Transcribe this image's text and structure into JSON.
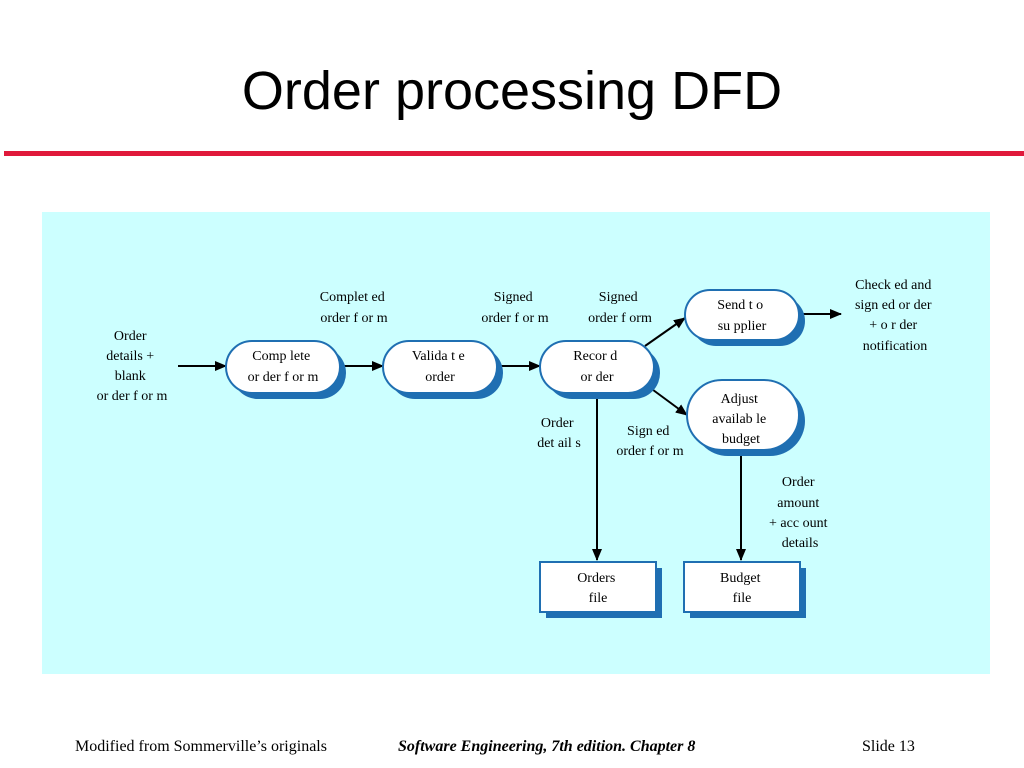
{
  "title": "Order processing DFD",
  "processes": {
    "complete": [
      "Comp lete",
      "or der f or m"
    ],
    "validate": [
      "Valida t e",
      "order"
    ],
    "record": [
      "Recor d",
      "or der"
    ],
    "send": [
      "Send t o",
      "su pplier"
    ],
    "adjust": [
      "Adjust",
      "availab le",
      "budget"
    ]
  },
  "stores": {
    "orders": [
      "Orders",
      "file"
    ],
    "budget": [
      "Budget",
      "file"
    ]
  },
  "labels": {
    "input": [
      "Order",
      "details +",
      "blank",
      "or der f or m"
    ],
    "completed": [
      "Complet ed",
      "order f or m"
    ],
    "signed1": [
      "Signed",
      "order f or m"
    ],
    "signed2": [
      "Signed",
      "order f orm"
    ],
    "checked": [
      "Check ed and",
      "sign ed or  der",
      "+ o r der",
      "notification"
    ],
    "order_details": [
      "Order",
      "det ail s"
    ],
    "signed3": [
      "Sign ed",
      "order f or m"
    ],
    "order_amount": [
      "Order",
      "amount",
      "+ acc ount",
      "details"
    ]
  },
  "footer": {
    "left": "Modified from Sommerville’s originals",
    "center": "Software Engineering, 7th edition. Chapter 8",
    "right": "Slide  13"
  },
  "colors": {
    "accent_rule": "#e0193b",
    "diagram_bg": "#ccffff",
    "node_border": "#1f6fb2",
    "node_shadow": "#1f6fb2"
  }
}
